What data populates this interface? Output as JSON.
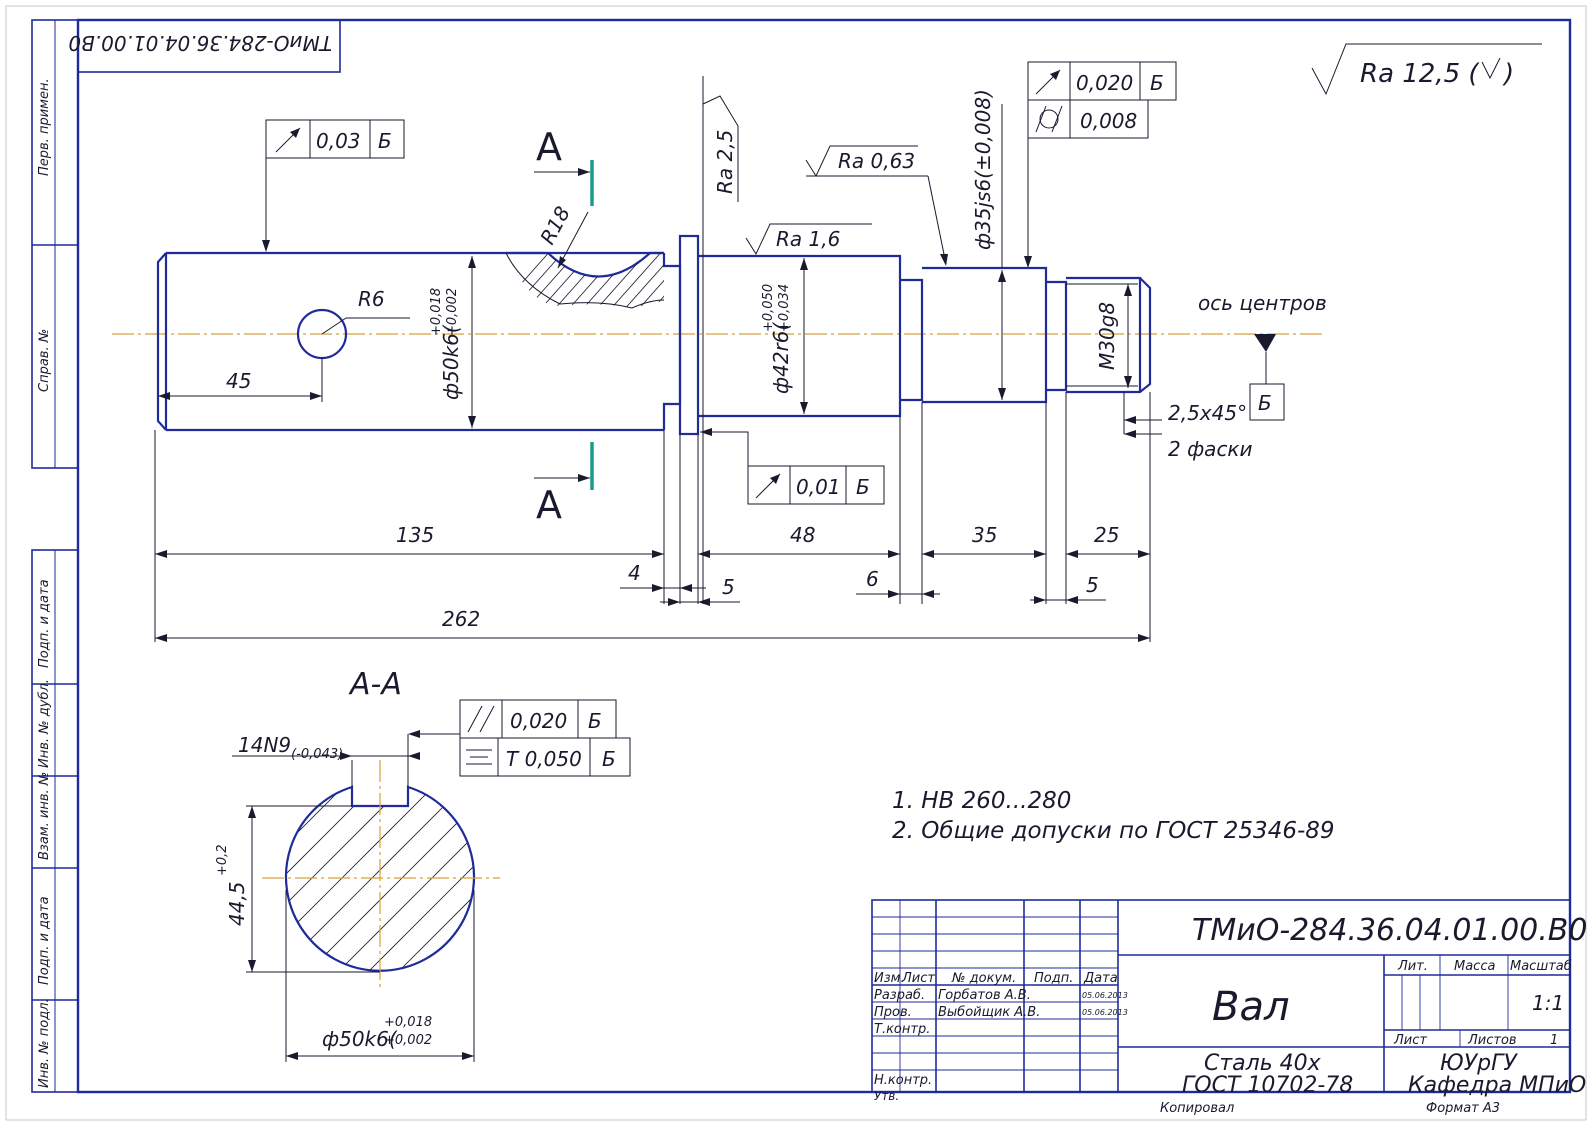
{
  "drawing_number": "ТМиО-284.36.04.01.00.В0",
  "drawing_number_mirrored": "ТМиО-284.36.04.01.00.В0",
  "part_name": "Вал",
  "material_line1": "Сталь 40х",
  "material_line2": "ГОСТ 10702-78",
  "organization_line1": "ЮУрГУ",
  "organization_line2": "Кафедра МПиО",
  "scale": "1:1",
  "sheets_value": "1",
  "copied_label": "Копировал",
  "format_label": "Формат   А3",
  "general_roughness": "Ra 12,5 (",
  "axis_label": "ось центров",
  "datum": "Б",
  "section_letter": "А",
  "section_title": "А-А",
  "notes": [
    "1. HB 260...280",
    "2. Общие допуски по ГОСТ 25346-89"
  ],
  "side_stamps": [
    "Перв. примен.",
    "Справ. №",
    "Подп. и дата",
    "Инв. № дубл.",
    "Взам. инв. №",
    "Подп. и дата",
    "Инв. № подл."
  ],
  "title_block": {
    "headers": [
      "Изм.",
      "Лист",
      "№ докум.",
      "Подп.",
      "Дата"
    ],
    "rows": [
      {
        "role": "Разраб.",
        "name": "Горбатов А.В.",
        "date": "05.06.2013"
      },
      {
        "role": "Пров.",
        "name": "Выбойщик А.В.",
        "date": "05.06.2013"
      },
      {
        "role": "Т.контр.",
        "name": "",
        "date": ""
      },
      {
        "role": "Н.контр.",
        "name": "",
        "date": ""
      },
      {
        "role": "Утв.",
        "name": "",
        "date": ""
      }
    ],
    "lit_label": "Лит.",
    "mass_label": "Масса",
    "scale_label": "Масштаб",
    "sheet_label": "Лист",
    "sheets_label": "Листов"
  },
  "dimensions": {
    "d_left_shaft": "ф50k6(",
    "d_left_tol_top": "+0,018",
    "d_left_tol_bot": "+0,002",
    "d_mid_shaft": "ф42r6(",
    "d_mid_tol_top": "+0,050",
    "d_mid_tol_bot": "+0,034",
    "d_bearing": "ф35js6(±0,008)",
    "thread": "M30g8",
    "radius_groove": "R18",
    "radius_hole": "R6",
    "chamfer": "2,5x45°",
    "chamfer_note": "2 фаски",
    "len_45": "45",
    "len_135": "135",
    "len_48": "48",
    "len_35": "35",
    "len_25": "25",
    "len_4": "4",
    "len_5a": "5",
    "len_6": "6",
    "len_5b": "5",
    "len_262": "262",
    "key_width": "14N9",
    "key_width_tol": "(-0,043)",
    "key_depth": "44,5",
    "key_depth_tol": "+0,2",
    "section_d": "ф50k6(",
    "section_tol_top": "+0,018",
    "section_tol_bot": "+0,002"
  },
  "roughness": {
    "ra_063": "Ra 0,63",
    "ra_16": "Ra 1,6",
    "ra_25": "Ra 2,5"
  },
  "tolerances": {
    "runout_left": "0,03",
    "runout_flange": "0,01",
    "runout_bearing": "0,020",
    "cylindricity": "0,008",
    "parallel_key": "0,020",
    "symmetry_key": "T 0,050"
  },
  "colors": {
    "line": "#1f2b99",
    "axis": "#d8a13a",
    "section_mark": "#1a9a8a"
  }
}
